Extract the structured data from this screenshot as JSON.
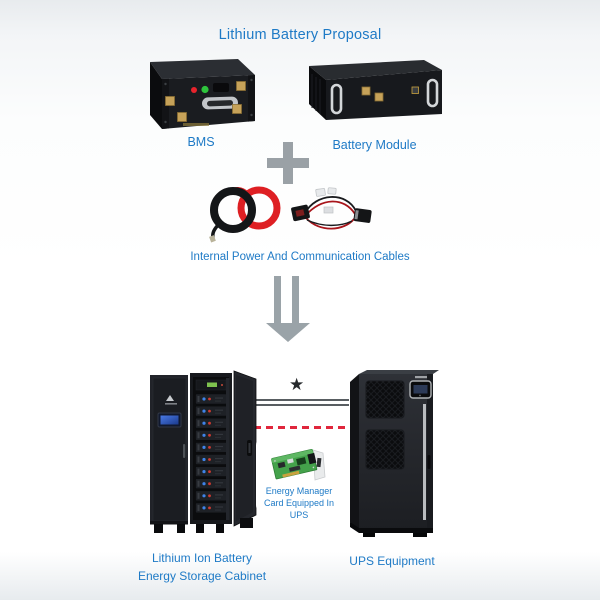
{
  "title": "Lithium Battery Proposal",
  "colors": {
    "text_blue": "#1e7ac6",
    "plus_gray": "#9aa1a6",
    "arrow_gray": "#9aa3a8",
    "line_gray": "#585d61",
    "dashed_red": "#e0263c",
    "star_black": "#26292c",
    "pcb_green": "#44a24b",
    "led_red": "#e8232c",
    "led_green": "#2ec43c",
    "cable_red": "#de1f23",
    "cable_black": "#141618"
  },
  "top_section": {
    "bms": {
      "label": "BMS",
      "icon": "bms-unit-illustration"
    },
    "plus": {
      "icon": "plus-icon"
    },
    "battery_module": {
      "label": "Battery Module",
      "icon": "battery-module-illustration"
    },
    "cables": {
      "label": "Internal Power And Communication Cables",
      "icon": "cables-illustration"
    }
  },
  "flow": {
    "down_arrow": {
      "icon": "double-down-arrow-icon"
    }
  },
  "bottom_section": {
    "cabinet": {
      "label_line1": "Lithium Ion Battery",
      "label_line2": "Energy Storage Cabinet",
      "icon": "battery-cabinet-illustration"
    },
    "ups": {
      "label": "UPS Equipment",
      "icon": "ups-cabinet-illustration"
    },
    "connection": {
      "star_glyph": "★",
      "bus": "double-line-connection",
      "comm": "red-dashed-connection"
    },
    "energy_card": {
      "line1": "Energy Manager",
      "line2": "Card Equipped In UPS",
      "icon": "energy-manager-card-illustration"
    }
  }
}
